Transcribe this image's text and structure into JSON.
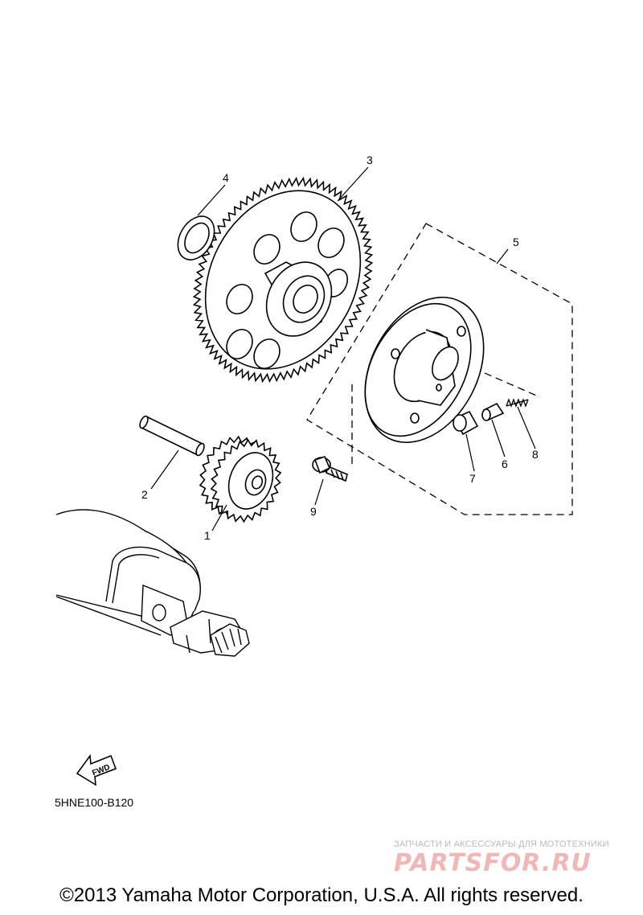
{
  "diagram": {
    "callouts": {
      "c1": "1",
      "c2": "2",
      "c3": "3",
      "c4": "4",
      "c5": "5",
      "c6": "6",
      "c7": "7",
      "c8": "8",
      "c9": "9"
    },
    "fwd_label": "FWD",
    "diagram_code": "5HNE100-B120"
  },
  "watermark": {
    "tagline": "ЗАПЧАСТИ И АКСЕССУАРЫ ДЛЯ МОТОТЕХНИКИ",
    "logo_text": "PARTSFOR.RU",
    "logo_color": "#f1b7b7"
  },
  "footer": {
    "copyright": "©2013 Yamaha Motor Corporation, U.S.A. All rights reserved."
  }
}
